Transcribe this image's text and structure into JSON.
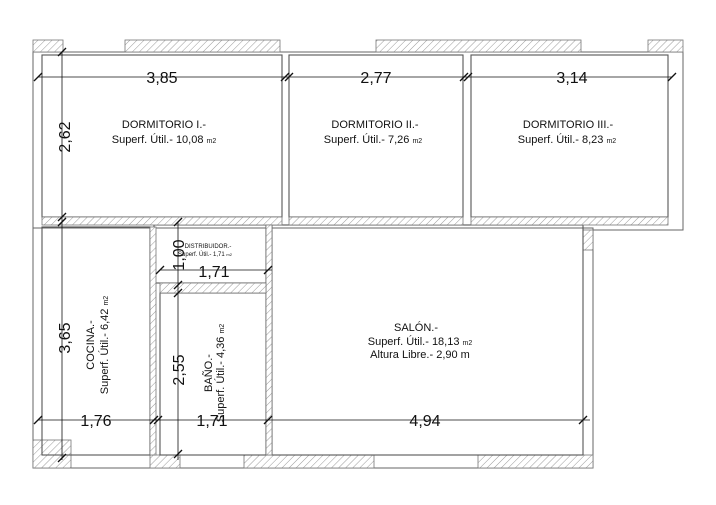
{
  "rooms": {
    "dormitorio1": {
      "name": "DORMITORIO I.-",
      "area_label": "Superf. Útil.-",
      "area": "10,08",
      "unit": "m2"
    },
    "dormitorio2": {
      "name": "DORMITORIO II.-",
      "area_label": "Superf. Útil.-",
      "area": "7,26",
      "unit": "m2"
    },
    "dormitorio3": {
      "name": "DORMITORIO III.-",
      "area_label": "Superf. Útil.-",
      "area": "8,23",
      "unit": "m2"
    },
    "distribuidor": {
      "name": "DISTRIBUIDOR.-",
      "area_label": "Superf. Útil.-",
      "area": "1,71",
      "unit": "m2"
    },
    "cocina": {
      "name": "COCINA.-",
      "area_label": "Superf. Útil.-",
      "area": "6,42",
      "unit": "m2"
    },
    "bano": {
      "name": "BAÑO.-",
      "area_label": "Superf. Útil.-",
      "area": "4,36",
      "unit": "m2"
    },
    "salon": {
      "name": "SALÓN.-",
      "area_label": "Superf. Útil.-",
      "area": "18,13",
      "unit": "m2",
      "extra": "Altura Libre.- 2,90 m"
    }
  },
  "dimensions": {
    "top_1": "3,85",
    "top_2": "2,77",
    "top_3": "3,14",
    "left_top": "2,62",
    "distribuidor_v": "1,00",
    "distribuidor_h": "1,71",
    "left_bottom": "3,65",
    "bano_v": "2,55",
    "bottom_1": "1,76",
    "bottom_2": "1,71",
    "bottom_3": "4,94"
  }
}
